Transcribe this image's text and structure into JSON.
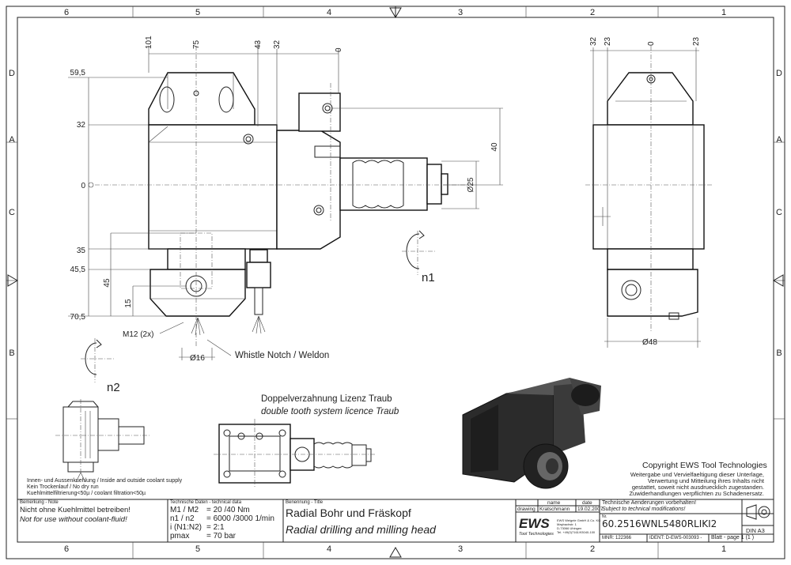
{
  "frame": {
    "col_labels": [
      "6",
      "5",
      "4",
      "3",
      "2",
      "1"
    ],
    "row_labels": [
      "D",
      "C",
      "B",
      "A"
    ]
  },
  "front_view": {
    "top_dims": [
      "101",
      "75",
      "43",
      "32",
      "0"
    ],
    "left_dims": [
      "59,5",
      "32",
      "0",
      "35",
      "45,5",
      "70,5"
    ],
    "inner_dims": {
      "d45": "45",
      "d15": "15",
      "d40": "40",
      "d25": "Ø25"
    },
    "callouts": {
      "m12": "M12 (2x)",
      "d16": "Ø16",
      "whistle": "Whistle Notch / Weldon",
      "n1": "n1",
      "n2": "n2"
    }
  },
  "side_view": {
    "top_dims": [
      "32",
      "23",
      "0",
      "23"
    ],
    "bottom_dim": "Ø48"
  },
  "tooth_note": {
    "line1": "Doppelverzahnung Lizenz Traub",
    "line2": "double tooth system licence Traub"
  },
  "coolant_notes": [
    "Innen- und Aussenkuehlung / Inside and outside coolant supply",
    "Kein Trockenlauf / No dry run",
    "Kuehlmittelfiltrierung<50µ / coolant filtration<50µ"
  ],
  "copyright": {
    "title": "Copyright EWS Tool Technologies",
    "lines": [
      "Weitergabe und Vervielfaeltigung dieser Unterlage,",
      "Verwertung und Mitteilung ihres Inhalts nicht",
      "gestattet, soweit nicht ausdruecklich zugestanden.",
      "Zuwiderhandlungen verpflichten zu Schadenersatz."
    ]
  },
  "title_block": {
    "remark_label": "Bemerkung - Note",
    "remark_de": "Nicht ohne Kuehlmittel betreiben!",
    "remark_en": "Not for use without coolant-fluid!",
    "tech_label": "Technische Daten - technical data",
    "tech_rows": [
      {
        "k": "M1 / M2",
        "v": "= 20  /40  Nm"
      },
      {
        "k": "n1 / n2",
        "v": "= 6000 /3000  1/min"
      },
      {
        "k": "i  (N1:N2)",
        "v": "= 2:1"
      },
      {
        "k": "pmax",
        "v": "= 70  bar"
      }
    ],
    "title_label": "Benennung - Title",
    "title_de": "Radial Bohr und Fräskopf",
    "title_en": "Radial drilling and milling head",
    "col_name": "name",
    "col_date": "date",
    "row_drawing": "drawing",
    "drawing_name": "Kratschmann",
    "drawing_date": "19.02.2007",
    "logo": "EWS",
    "logo_sub": "Tool Technologies",
    "company_lines": [
      "EWS Weigele GmbH & Co. KG",
      "Maybachstr. 1",
      "D-73066 Uhingen",
      "Tel. +49(0)7161/93040-100"
    ],
    "change_de": "Technische Aenderungen vorbehalten!",
    "change_en": "Subject to technical modifications!",
    "nr_label": "Nr.",
    "part_no": "60.2516WNL5480RLIKI2",
    "mnr": "MNR: 122366",
    "ident": "IDENT: D-EWS-003093 -",
    "sheet": "Blatt - page 1 (1 )",
    "format": "DIN A3"
  }
}
